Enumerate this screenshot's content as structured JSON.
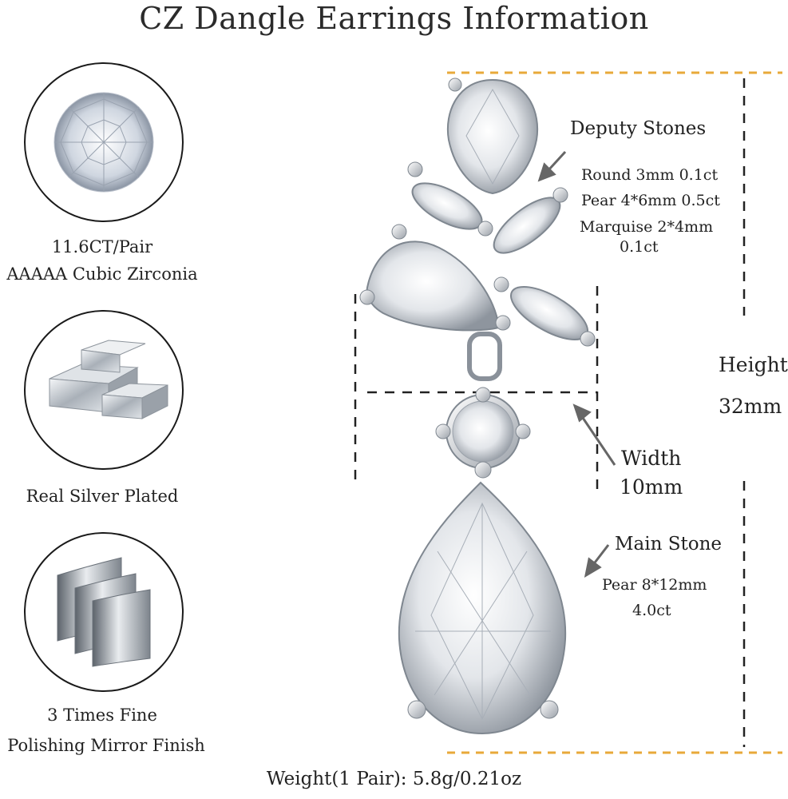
{
  "title": "CZ Dangle Earrings Information",
  "features": [
    {
      "label_line1": "11.6CT/Pair",
      "label_line2": "AAAAA Cubic Zirconia",
      "icon": "diamond-icon"
    },
    {
      "label_line1": "Real Silver Plated",
      "label_line2": "",
      "icon": "silver-bar-icon"
    },
    {
      "label_line1": "3 Times Fine",
      "label_line2": "Polishing Mirror Finish",
      "icon": "polished-sheets-icon"
    }
  ],
  "deputy_stones": {
    "title": "Deputy Stones",
    "lines": [
      "Round 3mm 0.1ct",
      "Pear 4*6mm 0.5ct",
      "Marquise 2*4mm",
      "0.1ct"
    ]
  },
  "main_stone": {
    "title": "Main Stone",
    "lines": [
      "Pear 8*12mm",
      "4.0ct"
    ]
  },
  "height": {
    "label": "Height",
    "value": "32mm"
  },
  "width": {
    "label": "Width",
    "value": "10mm"
  },
  "weight": "Weight(1 Pair): 5.8g/0.21oz",
  "colors": {
    "dash_orange": "#e8a93a",
    "dash_black": "#222222",
    "arrow": "#666666"
  }
}
